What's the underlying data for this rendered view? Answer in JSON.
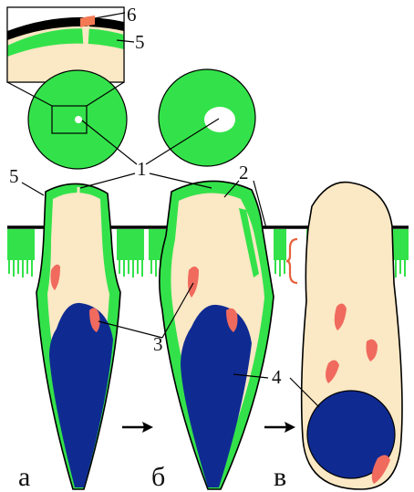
{
  "labels": {
    "n1": "1",
    "n2": "2",
    "n3": "3",
    "n4": "4",
    "n5_inset": "5",
    "n5_main": "5",
    "n6": "6"
  },
  "captions": {
    "a": "а",
    "b": "б",
    "c": "в"
  },
  "colors": {
    "green": "#33e24a",
    "cream": "#fbe8c4",
    "blue": "#0f2b92",
    "salmon": "#f06a5e",
    "black": "#000000",
    "orange_bracket": "#e8603c",
    "white": "#ffffff"
  },
  "icons": {
    "arrow": "right-arrow-icon"
  }
}
